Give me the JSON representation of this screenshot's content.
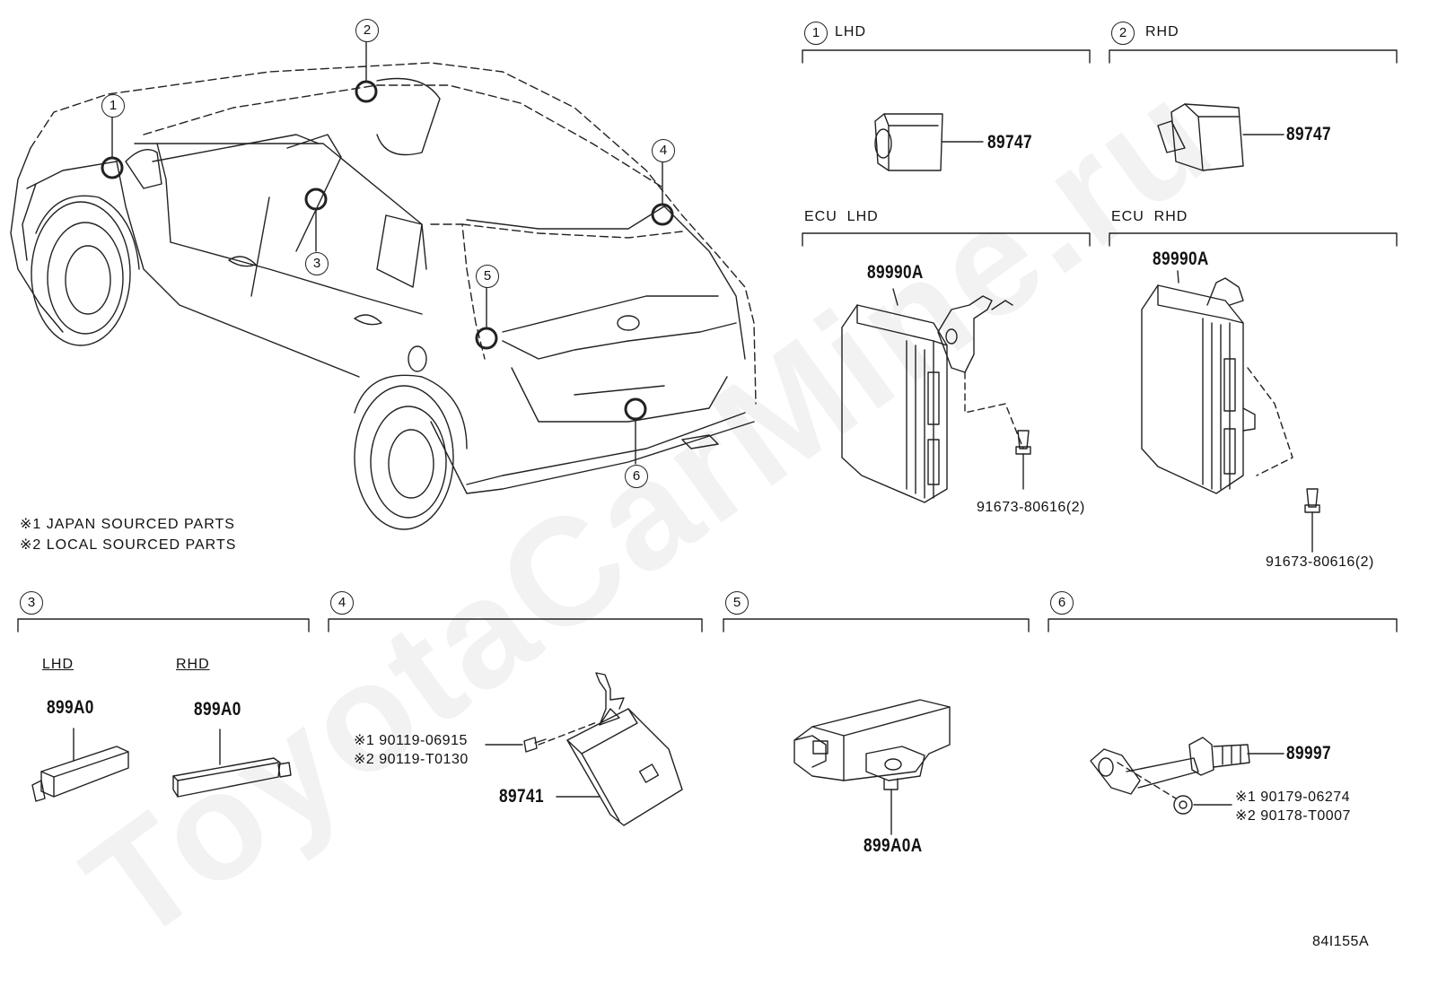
{
  "callouts": {
    "c1": "1",
    "c2": "2",
    "c3": "3",
    "c4": "4",
    "c5": "5",
    "c6": "6"
  },
  "sections": {
    "lhd": "LHD",
    "rhd": "RHD",
    "ecu_lhd": "ECU  LHD",
    "ecu_rhd": "ECU  RHD",
    "s3_lhd": "LHD",
    "s3_rhd": "RHD"
  },
  "parts": {
    "p89747_l": "89747",
    "p89747_r": "89747",
    "p89990a_l": "89990A",
    "p89990a_r": "89990A",
    "bolt_l": "91673-80616(2)",
    "bolt_r": "91673-80616(2)",
    "p899a0_l": "899A0",
    "p899a0_r": "899A0",
    "s4_ref1": "※1 90119-06915",
    "s4_ref2": "※2 90119-T0130",
    "p89741": "89741",
    "p899a0a": "899A0A",
    "p89997": "89997",
    "s6_ref1": "※1 90179-06274",
    "s6_ref2": "※2 90178-T0007"
  },
  "notes": {
    "n1": "※1 JAPAN SOURCED PARTS",
    "n2": "※2 LOCAL SOURCED PARTS"
  },
  "diagram_code": "84I155A",
  "watermark": "ToyotaCarMine.ru"
}
